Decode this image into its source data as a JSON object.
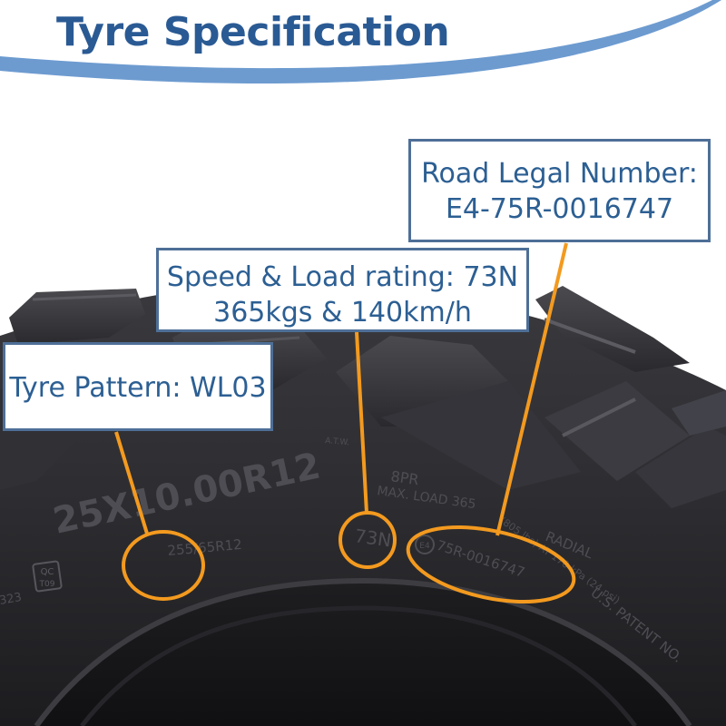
{
  "title": "Tyre Specification",
  "callouts": {
    "road_legal": {
      "line1": "Road Legal Number:",
      "line2": "E4-75R-0016747"
    },
    "speed_load": {
      "line1": "Speed & Load rating: 73N",
      "line2": "365kgs & 140km/h"
    },
    "pattern": {
      "text": "Tyre Pattern: WL03"
    }
  },
  "sidewall_markings": {
    "size": "25X10.00R12",
    "alt_size": "255/65R12",
    "ply": "8PR",
    "max_load": "MAX. LOAD 365",
    "load_speed_code": "73N",
    "ece_mark": "E4",
    "ece_number": "75R-0016747",
    "radial": "RADIAL",
    "pressure": "(805 lbs) AT 170 kPa (24 psi)",
    "patent": "U.S. PATENT NO.",
    "qc_stamp": "QC",
    "qc_stamp_sub": "T09",
    "small_mark": "A.T.W.",
    "date_code": "323"
  },
  "colors": {
    "brand_blue": "#2a5a94",
    "callout_border": "#4e6f97",
    "highlight_orange": "#f39a1f",
    "tyre_rubber": "#2b2b2e",
    "swoosh_light": "#6d9bd0"
  }
}
